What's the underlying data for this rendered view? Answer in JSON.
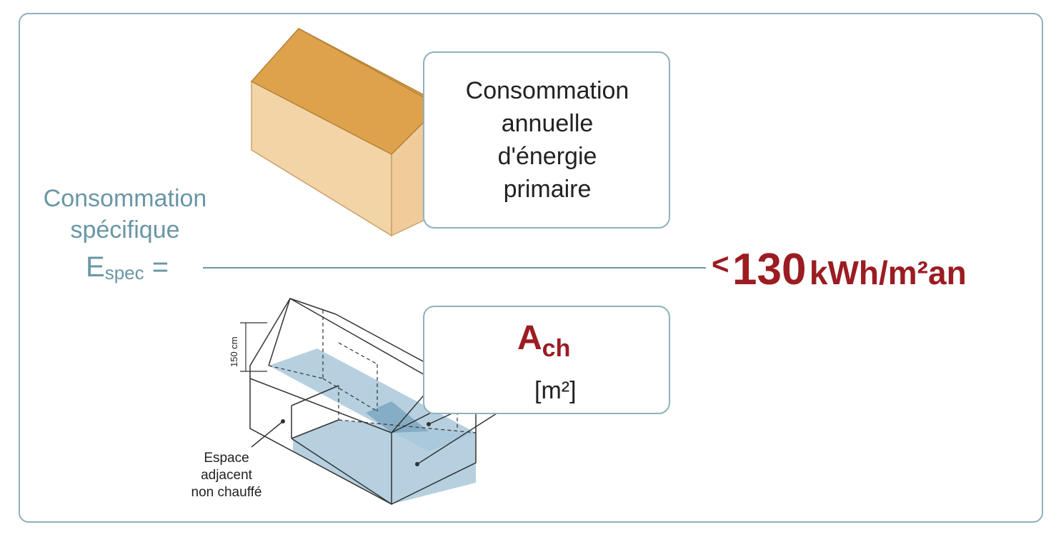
{
  "numerator": {
    "lines": [
      "Consommation",
      "annuelle",
      "d'énergie",
      "primaire"
    ]
  },
  "denominator": {
    "symbol": "A",
    "subscript": "ch",
    "unit": "[m²]"
  },
  "specific_consumption": {
    "lines": [
      "Consommation",
      "spécifique"
    ],
    "symbol": "E",
    "subscript": "spec",
    "equals": "="
  },
  "result": {
    "operator": "<",
    "value": "130",
    "unit": "kWh/m²an"
  },
  "annotation": {
    "lines": [
      "Espace",
      "adjacent",
      "non chauffé"
    ]
  },
  "dimension_label": "150 cm",
  "colors": {
    "accent_red": "#9b1c22",
    "teal_text": "#6a96a6",
    "frame_border": "#8fb0bd",
    "roof": "#dea24c",
    "wall": "#f3d4a6",
    "heated_floor": "#a9c8da"
  }
}
